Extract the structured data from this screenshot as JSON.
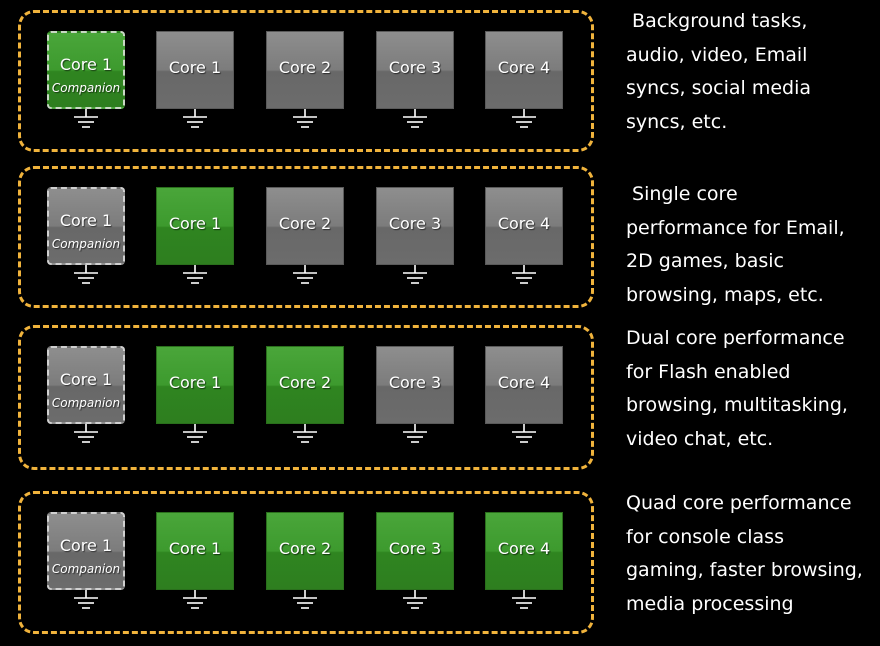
{
  "colors": {
    "active": "#3d9a2e",
    "inactive": "#7c7c7c",
    "frame": "#f0b33c",
    "background": "#000000",
    "text": "#ffffff"
  },
  "rows": [
    {
      "cores": [
        {
          "label": "Core 1",
          "sublabel": "Companion",
          "state": "active"
        },
        {
          "label": "Core 1",
          "state": "inactive"
        },
        {
          "label": "Core 2",
          "state": "inactive"
        },
        {
          "label": "Core 3",
          "state": "inactive"
        },
        {
          "label": "Core 4",
          "state": "inactive"
        }
      ],
      "description": [
        " Background tasks,",
        "audio, video, Email",
        "syncs, social media",
        "syncs, etc."
      ]
    },
    {
      "cores": [
        {
          "label": "Core 1",
          "sublabel": "Companion",
          "state": "inactive"
        },
        {
          "label": "Core 1",
          "state": "active"
        },
        {
          "label": "Core 2",
          "state": "inactive"
        },
        {
          "label": "Core 3",
          "state": "inactive"
        },
        {
          "label": "Core 4",
          "state": "inactive"
        }
      ],
      "description": [
        " Single core",
        "performance for Email,",
        "2D games, basic",
        "browsing, maps, etc."
      ]
    },
    {
      "cores": [
        {
          "label": "Core 1",
          "sublabel": "Companion",
          "state": "inactive"
        },
        {
          "label": "Core 1",
          "state": "active"
        },
        {
          "label": "Core 2",
          "state": "active"
        },
        {
          "label": "Core 3",
          "state": "inactive"
        },
        {
          "label": "Core 4",
          "state": "inactive"
        }
      ],
      "description": [
        "Dual core performance",
        "for Flash enabled",
        "browsing, multitasking,",
        "video chat, etc."
      ]
    },
    {
      "cores": [
        {
          "label": "Core 1",
          "sublabel": "Companion",
          "state": "inactive"
        },
        {
          "label": "Core 1",
          "state": "active"
        },
        {
          "label": "Core 2",
          "state": "active"
        },
        {
          "label": "Core 3",
          "state": "active"
        },
        {
          "label": "Core 4",
          "state": "active"
        }
      ],
      "description": [
        "Quad core performance",
        "for console class",
        "gaming, faster browsing,",
        "media processing"
      ]
    }
  ]
}
